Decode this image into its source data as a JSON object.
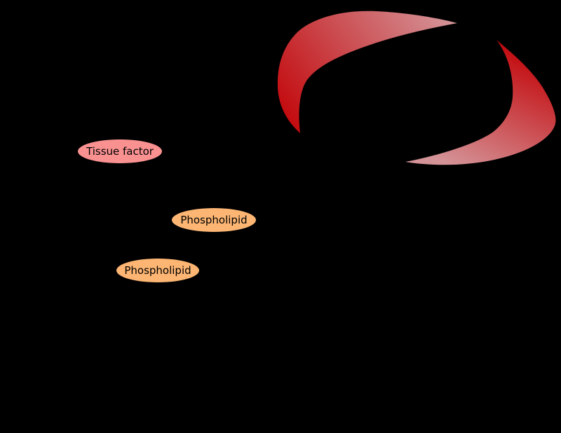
{
  "diagram": {
    "background_color": "#000000",
    "nodes": [
      {
        "label": "Tissue factor",
        "fill": "#fa9191"
      },
      {
        "label": "Phospholipid",
        "fill": "#fcb573"
      },
      {
        "label": "Phospholipid",
        "fill": "#fcb573"
      }
    ],
    "cycle_arrow": {
      "tip_color": "#c30b0f",
      "tail_color": "#d49397"
    }
  }
}
